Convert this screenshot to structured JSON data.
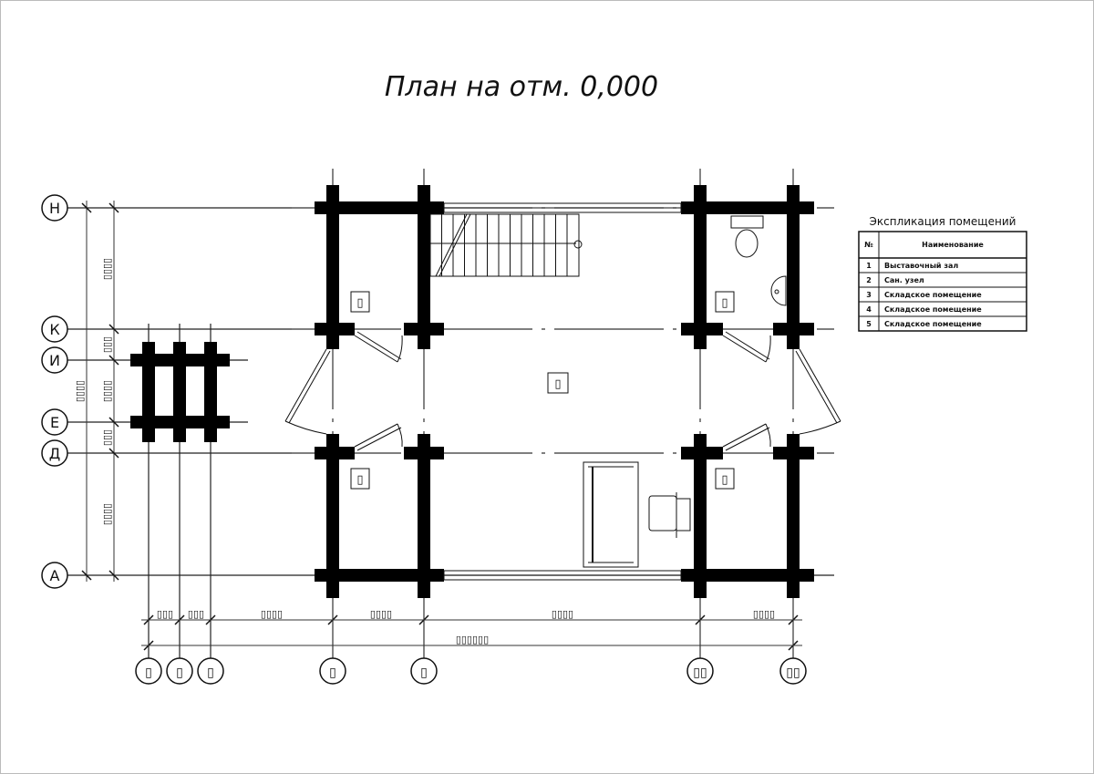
{
  "title": "План на отм. 0,000",
  "grid_rows": [
    "Н",
    "К",
    "И",
    "Е",
    "Д",
    "А"
  ],
  "grid_cols": [
    "▯",
    "▯",
    "▯",
    "▯",
    "▯",
    "▯▯",
    "▯▯"
  ],
  "room_tags": [
    "▯",
    "▯",
    "▯",
    "▯",
    "▯"
  ],
  "dims_vertical": {
    "inner": [
      "▯▯▯▯",
      "▯▯▯",
      "▯▯▯▯",
      "▯▯▯",
      "▯▯▯▯"
    ],
    "outer": "▯▯▯▯"
  },
  "dims_horizontal": {
    "inner": [
      "▯▯▯",
      "▯▯▯",
      "▯▯▯▯",
      "▯▯▯▯",
      "▯▯▯▯",
      "▯▯▯▯"
    ],
    "outer": "▯▯▯▯▯▯"
  },
  "legend": {
    "title": "Экспликация помещений",
    "col_num": "№",
    "col_name": "Наименование",
    "rows": [
      {
        "num": "1",
        "name": "Выставочный зал"
      },
      {
        "num": "2",
        "name": "Сан. узел"
      },
      {
        "num": "3",
        "name": "Складское помещение"
      },
      {
        "num": "4",
        "name": "Складское помещение"
      },
      {
        "num": "5",
        "name": "Складское помещение"
      }
    ]
  }
}
